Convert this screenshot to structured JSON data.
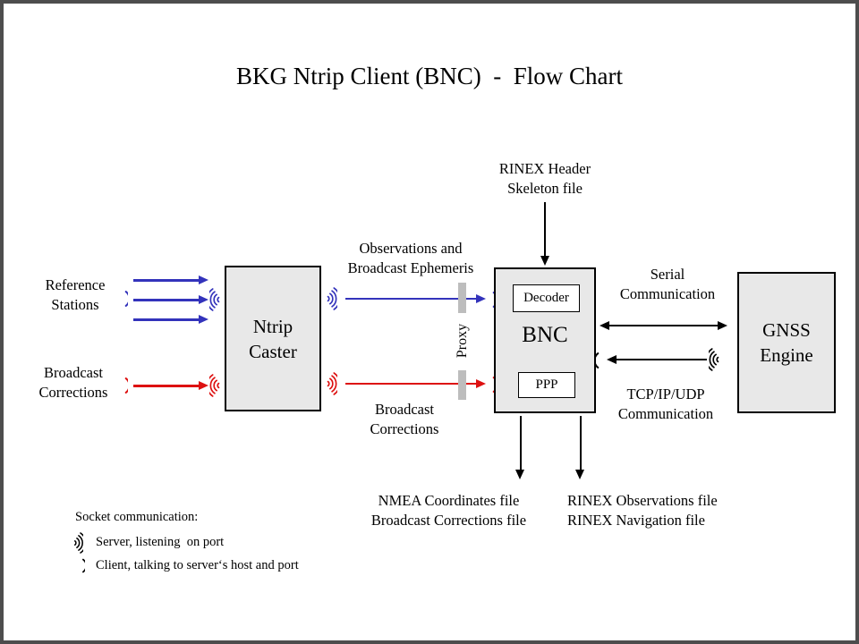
{
  "title": "BKG Ntrip Client (BNC)  -  Flow Chart",
  "colors": {
    "frame": "#4d4d4d",
    "blue": "#3333bb",
    "red": "#dd1111",
    "black": "#000000",
    "box_fill": "#e8e8e8",
    "proxy_bar": "#bdbdbd"
  },
  "nodes": {
    "ntrip_caster": "Ntrip\nCaster",
    "bnc": "BNC",
    "decoder": "Decoder",
    "ppp": "PPP",
    "gnss_engine": "GNSS\nEngine"
  },
  "labels": {
    "reference_stations": "Reference\nStations",
    "broadcast_corrections_input": "Broadcast\nCorrections",
    "observations_ephemeris": "Observations and\nBroadcast Ephemeris",
    "broadcast_corrections_stream": "Broadcast\nCorrections",
    "rinex_header_skeleton": "RINEX Header\nSkeleton file",
    "serial_communication": "Serial\nCommunication",
    "tcp_udp_communication": "TCP/IP/UDP\nCommunication",
    "proxy": "Proxy",
    "nmea_output": "NMEA Coordinates file\nBroadcast Corrections file",
    "rinex_output": "RINEX Observations file\nRINEX Navigation file"
  },
  "legend": {
    "heading": "Socket communication:",
    "server_item": "Server, listening  on port",
    "client_item": "Client, talking to server‘s host and port"
  },
  "icons": {
    "server_socket": "listening-waves-arcs",
    "client_socket": "single-arc"
  }
}
